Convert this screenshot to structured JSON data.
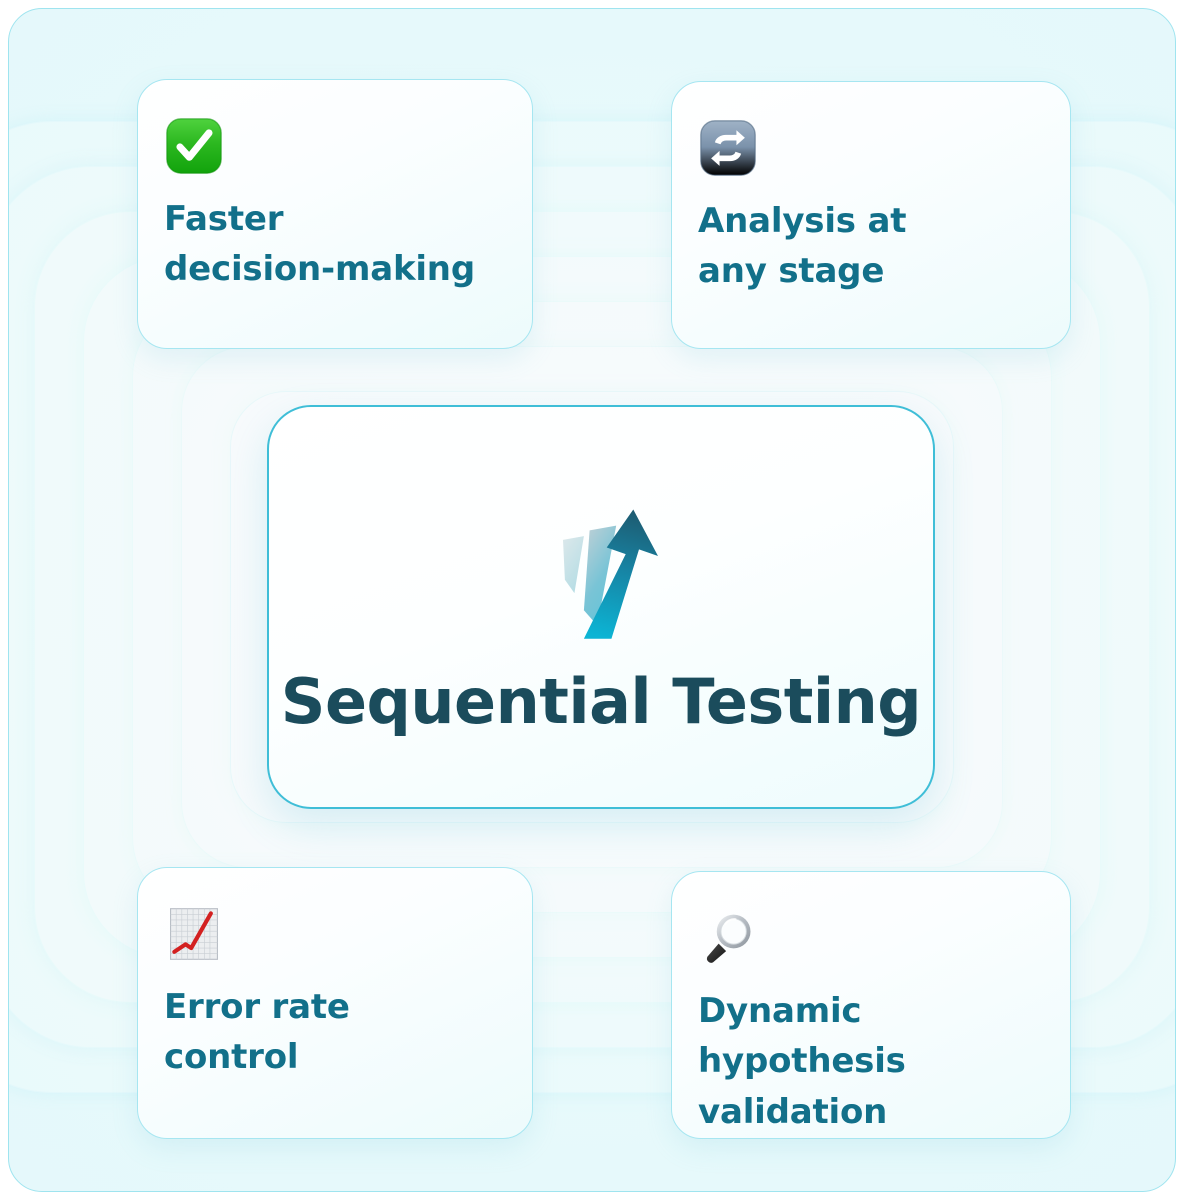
{
  "theme": {
    "page_background": "#ffffff",
    "panel_background": "#e8fafc",
    "panel_border": "#9fe4ef",
    "card_background": "#ffffff",
    "card_border": "#a6e6f1",
    "card_text": "#12708a",
    "center_border": "#3fbed7",
    "center_title_color": "#1b4c5c",
    "logo_gradient_from": "#cfe3e8",
    "logo_gradient_mid": "#22b8d4",
    "logo_gradient_to": "#1b5f74"
  },
  "center": {
    "title": "Sequential Testing",
    "logo_name": "ascending-bars-arrow-logo"
  },
  "cards": [
    {
      "id": "faster-decision-making",
      "icon": "white-check-mark-icon",
      "icon_emoji": "✅",
      "label": "Faster\ndecision-making"
    },
    {
      "id": "analysis-at-any-stage",
      "icon": "repeat-icon",
      "icon_emoji": "🔁",
      "label": "Analysis at\nany stage"
    },
    {
      "id": "error-rate-control",
      "icon": "chart-increasing-icon",
      "icon_emoji": "📈",
      "label": "Error rate\ncontrol"
    },
    {
      "id": "dynamic-hypothesis-validation",
      "icon": "magnifying-glass-icon",
      "icon_emoji": "🔍",
      "label": "Dynamic\nhypothesis\nvalidation"
    }
  ]
}
